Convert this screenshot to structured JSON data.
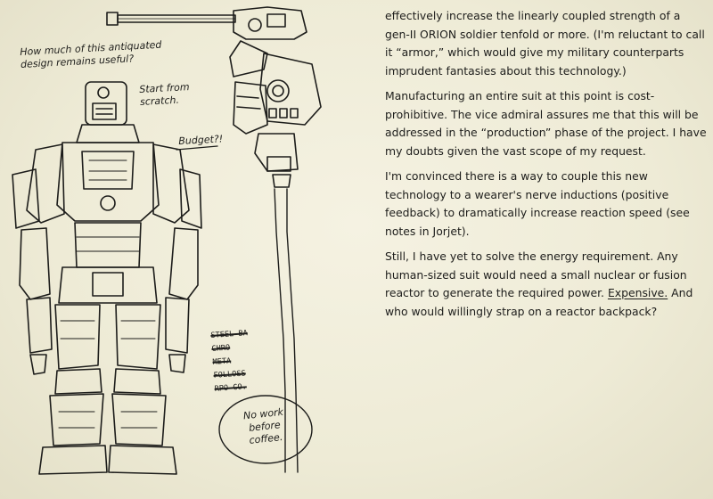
{
  "margin_notes": {
    "question": "How much of this antiquated design remains useful?",
    "start": "Start from scratch.",
    "budget": "Budget?!",
    "coffee": "No work before coffee."
  },
  "struck_list": [
    "STEEL BA",
    "CHRO",
    "META",
    "FOLLOSS",
    "RPO CO."
  ],
  "journal": {
    "p1": "effectively increase the linearly coupled strength of a gen-II ORION soldier tenfold or more. (I'm reluctant to call it “armor,” which would give my military counterparts imprudent fantasies about this technology.)",
    "p2": "Manufacturing an entire suit at this point is cost-prohibitive. The vice admiral assures me that this will be addressed in the “production” phase of the project. I have my doubts given the vast scope of my request.",
    "p3": "I'm convinced there is a way to couple this new technology to a wearer's nerve inductions (positive feedback) to dramatically increase reaction speed (see notes in Jorjet).",
    "p4_before": "Still, I have yet to solve the energy requirement. Any human-sized suit would need a small nuclear or fusion reactor to generate the required power. ",
    "p4_emph": "Expensive.",
    "p4_after": " And who would willingly strap on a reactor backpack?"
  }
}
